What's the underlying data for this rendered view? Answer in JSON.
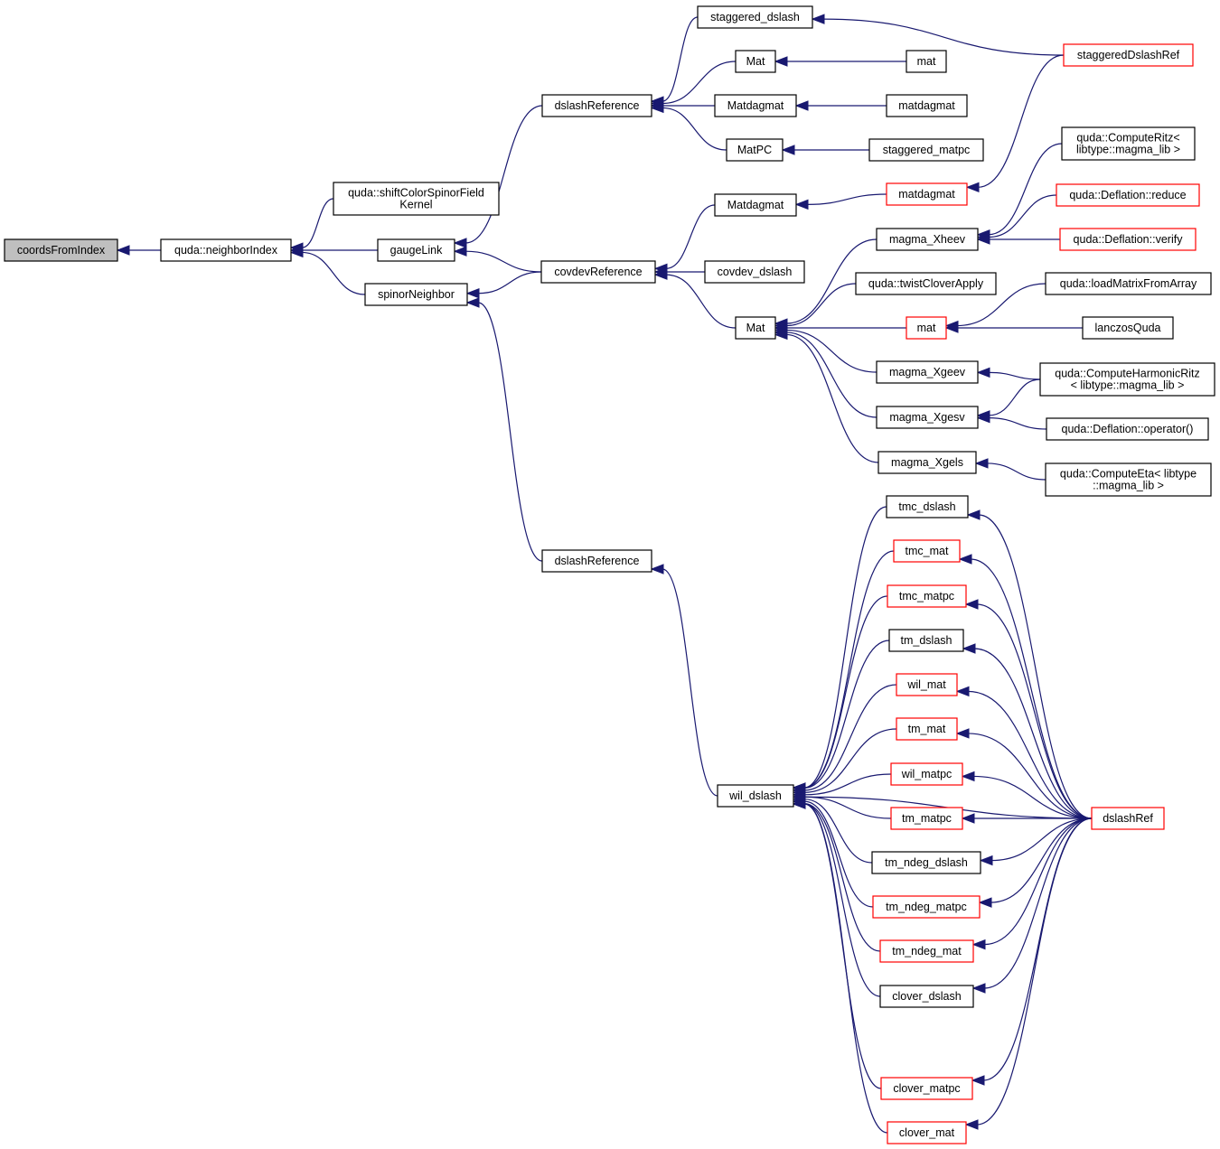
{
  "title": "coordsFromIndex caller graph",
  "colors": {
    "edge": "#191970",
    "link_border": "#000000",
    "undocumented_border": "#ff0000",
    "root_fill": "#bfbfbf"
  },
  "nodes": [
    {
      "id": "coordsFromIndex",
      "lines": [
        "coordsFromIndex"
      ],
      "style": "root"
    },
    {
      "id": "neighborIndex",
      "lines": [
        "quda::neighborIndex"
      ],
      "style": "normal"
    },
    {
      "id": "shiftKernel",
      "lines": [
        "quda::shiftColorSpinorField",
        "Kernel"
      ],
      "style": "normal"
    },
    {
      "id": "gaugeLink",
      "lines": [
        "gaugeLink"
      ],
      "style": "normal"
    },
    {
      "id": "spinorNeighbor",
      "lines": [
        "spinorNeighbor"
      ],
      "style": "normal"
    },
    {
      "id": "dslashReference1",
      "lines": [
        "dslashReference"
      ],
      "style": "normal"
    },
    {
      "id": "covdevReference",
      "lines": [
        "covdevReference"
      ],
      "style": "normal"
    },
    {
      "id": "dslashReference2",
      "lines": [
        "dslashReference"
      ],
      "style": "normal"
    },
    {
      "id": "staggered_dslash",
      "lines": [
        "staggered_dslash"
      ],
      "style": "normal"
    },
    {
      "id": "Mat1",
      "lines": [
        "Mat"
      ],
      "style": "normal"
    },
    {
      "id": "Matdagmat1",
      "lines": [
        "Matdagmat"
      ],
      "style": "normal"
    },
    {
      "id": "MatPC",
      "lines": [
        "MatPC"
      ],
      "style": "normal"
    },
    {
      "id": "mat1",
      "lines": [
        "mat"
      ],
      "style": "normal"
    },
    {
      "id": "matdagmat1",
      "lines": [
        "matdagmat"
      ],
      "style": "normal"
    },
    {
      "id": "staggered_matpc",
      "lines": [
        "staggered_matpc"
      ],
      "style": "normal"
    },
    {
      "id": "staggeredDslashRef",
      "lines": [
        "staggeredDslashRef"
      ],
      "style": "red"
    },
    {
      "id": "Matdagmat2",
      "lines": [
        "Matdagmat"
      ],
      "style": "normal"
    },
    {
      "id": "matdagmat2",
      "lines": [
        "matdagmat"
      ],
      "style": "red"
    },
    {
      "id": "covdev_dslash",
      "lines": [
        "covdev_dslash"
      ],
      "style": "normal"
    },
    {
      "id": "Mat2",
      "lines": [
        "Mat"
      ],
      "style": "normal"
    },
    {
      "id": "magma_Xheev",
      "lines": [
        "magma_Xheev"
      ],
      "style": "normal"
    },
    {
      "id": "twistCloverApply",
      "lines": [
        "quda::twistCloverApply"
      ],
      "style": "normal"
    },
    {
      "id": "mat2",
      "lines": [
        "mat"
      ],
      "style": "red"
    },
    {
      "id": "magma_Xgeev",
      "lines": [
        "magma_Xgeev"
      ],
      "style": "normal"
    },
    {
      "id": "magma_Xgesv",
      "lines": [
        "magma_Xgesv"
      ],
      "style": "normal"
    },
    {
      "id": "magma_Xgels",
      "lines": [
        "magma_Xgels"
      ],
      "style": "normal"
    },
    {
      "id": "ComputeRitz",
      "lines": [
        "quda::ComputeRitz<",
        "libtype::magma_lib >"
      ],
      "style": "normal"
    },
    {
      "id": "DeflReduce",
      "lines": [
        "quda::Deflation::reduce"
      ],
      "style": "red"
    },
    {
      "id": "DeflVerify",
      "lines": [
        "quda::Deflation::verify"
      ],
      "style": "red"
    },
    {
      "id": "loadMatrix",
      "lines": [
        "quda::loadMatrixFromArray"
      ],
      "style": "normal"
    },
    {
      "id": "lanczosQuda",
      "lines": [
        "lanczosQuda"
      ],
      "style": "normal"
    },
    {
      "id": "HarmonicRitz",
      "lines": [
        "quda::ComputeHarmonicRitz",
        "< libtype::magma_lib >"
      ],
      "style": "normal"
    },
    {
      "id": "DeflOperator",
      "lines": [
        "quda::Deflation::operator()"
      ],
      "style": "normal"
    },
    {
      "id": "ComputeEta",
      "lines": [
        "quda::ComputeEta< libtype",
        "::magma_lib >"
      ],
      "style": "normal"
    },
    {
      "id": "wil_dslash",
      "lines": [
        "wil_dslash"
      ],
      "style": "normal"
    },
    {
      "id": "tmc_dslash",
      "lines": [
        "tmc_dslash"
      ],
      "style": "normal"
    },
    {
      "id": "tmc_mat",
      "lines": [
        "tmc_mat"
      ],
      "style": "red"
    },
    {
      "id": "tmc_matpc",
      "lines": [
        "tmc_matpc"
      ],
      "style": "red"
    },
    {
      "id": "tm_dslash",
      "lines": [
        "tm_dslash"
      ],
      "style": "normal"
    },
    {
      "id": "wil_mat",
      "lines": [
        "wil_mat"
      ],
      "style": "red"
    },
    {
      "id": "tm_mat",
      "lines": [
        "tm_mat"
      ],
      "style": "red"
    },
    {
      "id": "wil_matpc",
      "lines": [
        "wil_matpc"
      ],
      "style": "red"
    },
    {
      "id": "tm_matpc",
      "lines": [
        "tm_matpc"
      ],
      "style": "red"
    },
    {
      "id": "tm_ndeg_dslash",
      "lines": [
        "tm_ndeg_dslash"
      ],
      "style": "normal"
    },
    {
      "id": "tm_ndeg_matpc",
      "lines": [
        "tm_ndeg_matpc"
      ],
      "style": "red"
    },
    {
      "id": "tm_ndeg_mat",
      "lines": [
        "tm_ndeg_mat"
      ],
      "style": "red"
    },
    {
      "id": "clover_dslash",
      "lines": [
        "clover_dslash"
      ],
      "style": "normal"
    },
    {
      "id": "clover_matpc",
      "lines": [
        "clover_matpc"
      ],
      "style": "red"
    },
    {
      "id": "clover_mat",
      "lines": [
        "clover_mat"
      ],
      "style": "red"
    },
    {
      "id": "dslashRef",
      "lines": [
        "dslashRef"
      ],
      "style": "red"
    }
  ],
  "edges": [
    [
      "neighborIndex",
      "coordsFromIndex"
    ],
    [
      "shiftKernel",
      "neighborIndex"
    ],
    [
      "gaugeLink",
      "neighborIndex"
    ],
    [
      "spinorNeighbor",
      "neighborIndex"
    ],
    [
      "dslashReference1",
      "gaugeLink"
    ],
    [
      "covdevReference",
      "gaugeLink"
    ],
    [
      "covdevReference",
      "spinorNeighbor"
    ],
    [
      "dslashReference2",
      "spinorNeighbor"
    ],
    [
      "staggered_dslash",
      "dslashReference1"
    ],
    [
      "Mat1",
      "dslashReference1"
    ],
    [
      "Matdagmat1",
      "dslashReference1"
    ],
    [
      "MatPC",
      "dslashReference1"
    ],
    [
      "mat1",
      "Mat1"
    ],
    [
      "matdagmat1",
      "Matdagmat1"
    ],
    [
      "staggered_matpc",
      "MatPC"
    ],
    [
      "staggeredDslashRef",
      "staggered_dslash"
    ],
    [
      "staggeredDslashRef",
      "matdagmat2"
    ],
    [
      "Matdagmat2",
      "covdevReference"
    ],
    [
      "covdev_dslash",
      "covdevReference"
    ],
    [
      "Mat2",
      "covdevReference"
    ],
    [
      "matdagmat2",
      "Matdagmat2"
    ],
    [
      "magma_Xheev",
      "Mat2"
    ],
    [
      "twistCloverApply",
      "Mat2"
    ],
    [
      "mat2",
      "Mat2"
    ],
    [
      "magma_Xgeev",
      "Mat2"
    ],
    [
      "magma_Xgesv",
      "Mat2"
    ],
    [
      "magma_Xgels",
      "Mat2"
    ],
    [
      "ComputeRitz",
      "magma_Xheev"
    ],
    [
      "DeflReduce",
      "magma_Xheev"
    ],
    [
      "DeflVerify",
      "magma_Xheev"
    ],
    [
      "loadMatrix",
      "mat2"
    ],
    [
      "lanczosQuda",
      "mat2"
    ],
    [
      "HarmonicRitz",
      "magma_Xgeev"
    ],
    [
      "HarmonicRitz",
      "magma_Xgesv"
    ],
    [
      "DeflOperator",
      "magma_Xgesv"
    ],
    [
      "ComputeEta",
      "magma_Xgels"
    ],
    [
      "wil_dslash",
      "dslashReference2"
    ],
    [
      "tmc_dslash",
      "wil_dslash"
    ],
    [
      "tmc_mat",
      "wil_dslash"
    ],
    [
      "tmc_matpc",
      "wil_dslash"
    ],
    [
      "tm_dslash",
      "wil_dslash"
    ],
    [
      "wil_mat",
      "wil_dslash"
    ],
    [
      "tm_mat",
      "wil_dslash"
    ],
    [
      "wil_matpc",
      "wil_dslash"
    ],
    [
      "tm_matpc",
      "wil_dslash"
    ],
    [
      "tm_ndeg_dslash",
      "wil_dslash"
    ],
    [
      "tm_ndeg_matpc",
      "wil_dslash"
    ],
    [
      "tm_ndeg_mat",
      "wil_dslash"
    ],
    [
      "clover_dslash",
      "wil_dslash"
    ],
    [
      "clover_matpc",
      "wil_dslash"
    ],
    [
      "clover_mat",
      "wil_dslash"
    ],
    [
      "dslashRef",
      "wil_dslash"
    ],
    [
      "dslashRef",
      "tmc_dslash"
    ],
    [
      "dslashRef",
      "tmc_mat"
    ],
    [
      "dslashRef",
      "tmc_matpc"
    ],
    [
      "dslashRef",
      "tm_dslash"
    ],
    [
      "dslashRef",
      "wil_mat"
    ],
    [
      "dslashRef",
      "tm_mat"
    ],
    [
      "dslashRef",
      "wil_matpc"
    ],
    [
      "dslashRef",
      "tm_matpc"
    ],
    [
      "dslashRef",
      "tm_ndeg_dslash"
    ],
    [
      "dslashRef",
      "tm_ndeg_matpc"
    ],
    [
      "dslashRef",
      "tm_ndeg_mat"
    ],
    [
      "dslashRef",
      "clover_dslash"
    ],
    [
      "dslashRef",
      "clover_matpc"
    ],
    [
      "dslashRef",
      "clover_mat"
    ]
  ]
}
